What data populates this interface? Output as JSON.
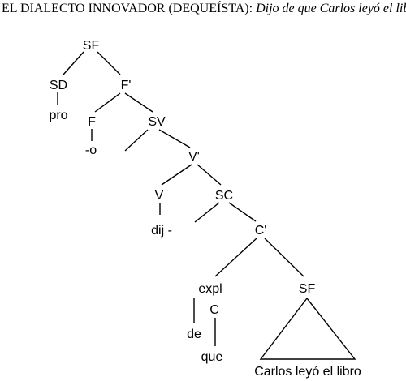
{
  "title": {
    "prefix": "EL DIALECTO INNOVADOR (DEQUEÍSTA):",
    "example": "Dijo de que Carlos leyó el libro"
  },
  "tree": {
    "sf_root": "SF",
    "sd": "SD",
    "pro": "pro",
    "f_bar": "F'",
    "f": "F",
    "f_suffix": "-o",
    "sv": "SV",
    "v_bar": "V'",
    "v": "V",
    "dij": "dij -",
    "sc": "SC",
    "c_bar": "C'",
    "expl": "expl",
    "c": "C",
    "de": "de",
    "que": "que",
    "sf_embedded": "SF",
    "triangle_content": "Carlos leyó el libro"
  }
}
